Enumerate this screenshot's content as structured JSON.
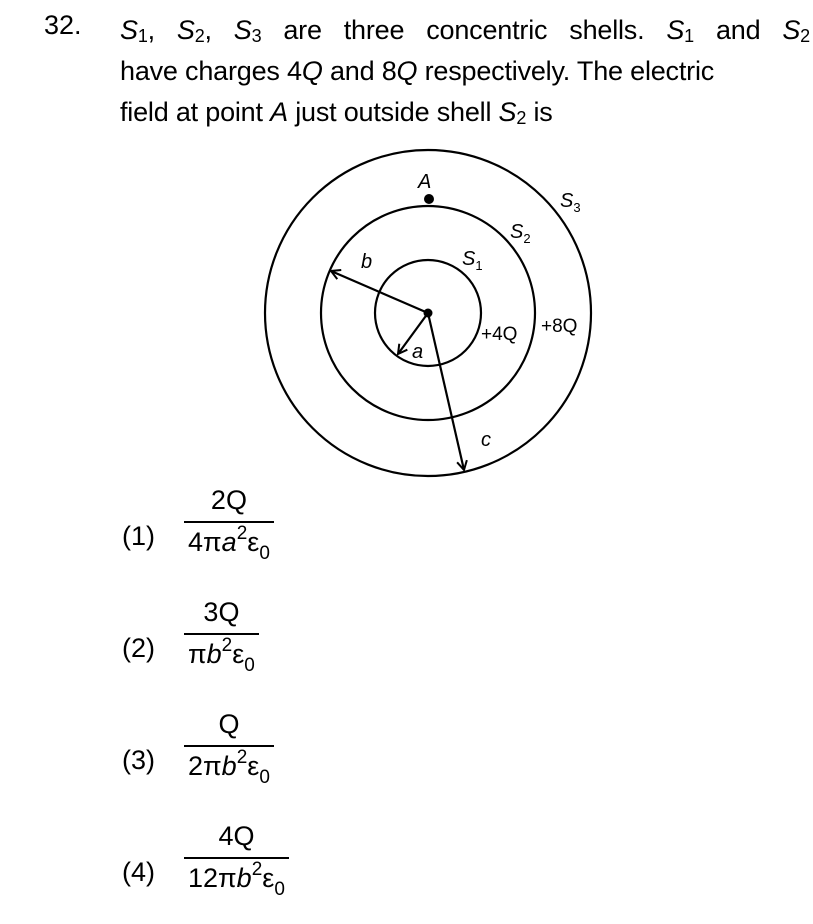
{
  "question": {
    "number": "32.",
    "line1": {
      "s1": "S",
      "s1_sub": "1",
      "s2": "S",
      "s2_sub": "2",
      "s3": "S",
      "s3_sub": "3",
      "text_a": ", ",
      "text_b": ", ",
      "text_c": " are three concentric shells. ",
      "s1b": "S",
      "s1b_sub": "1",
      "text_d": " and ",
      "s2b": "S",
      "s2b_sub": "2"
    },
    "line2": {
      "text_a": "have charges 4",
      "q1": "Q",
      "text_b": " and 8",
      "q2": "Q",
      "text_c": " respectively. The electric"
    },
    "line3": {
      "text_a": "field at point ",
      "a": "A",
      "text_b": " just outside shell ",
      "s2": "S",
      "s2_sub": "2",
      "text_c": " is"
    }
  },
  "diagram": {
    "point_label": "A",
    "shell_labels": {
      "s1": "S",
      "s1_sub": "1",
      "s2": "S",
      "s2_sub": "2",
      "s3": "S",
      "s3_sub": "3"
    },
    "radius_labels": {
      "a": "a",
      "b": "b",
      "c": "c"
    },
    "charge_labels": {
      "inner": "+4Q",
      "outer": "+8Q"
    }
  },
  "options": [
    {
      "label": "(1)",
      "num": "2Q",
      "den_pre": "4π",
      "den_var": "a",
      "den_exp": "2",
      "den_eps": "ε",
      "den_sub": "0"
    },
    {
      "label": "(2)",
      "num": "3Q",
      "den_pre": "π",
      "den_var": "b",
      "den_exp": "2",
      "den_eps": "ε",
      "den_sub": "0"
    },
    {
      "label": "(3)",
      "num": "Q",
      "den_pre": "2π",
      "den_var": "b",
      "den_exp": "2",
      "den_eps": "ε",
      "den_sub": "0"
    },
    {
      "label": "(4)",
      "num": "4Q",
      "den_pre": "12π",
      "den_var": "b",
      "den_exp": "2",
      "den_eps": "ε",
      "den_sub": "0"
    }
  ]
}
